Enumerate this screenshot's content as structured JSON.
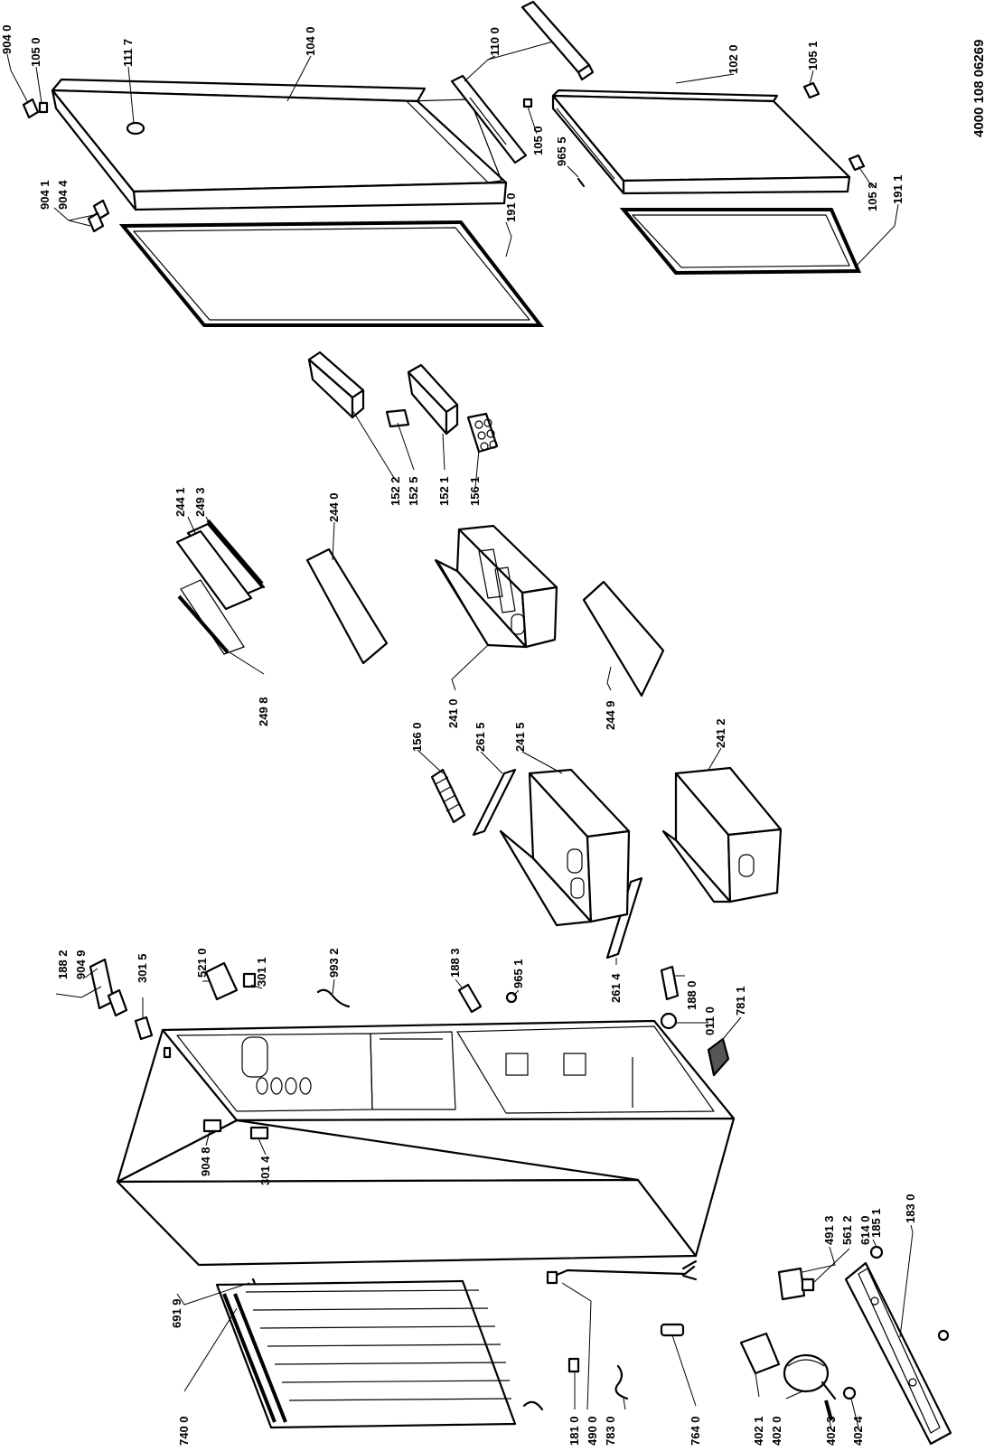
{
  "document_ref": "4000 108 06269",
  "labels": {
    "l9040a": "904 0",
    "l1050a": "105 0",
    "l1117": "111 7",
    "l1040": "104 0",
    "l1100": "110 0",
    "l1020": "102 0",
    "l1051": "105 1",
    "l1050b": "105 0",
    "l9655a": "965 5",
    "l1052": "105 2",
    "l1911": "191 1",
    "l9041": "904 1",
    "l9044": "904 4",
    "l1910": "191 0",
    "l1522": "152 2",
    "l1525": "152 5",
    "l1521": "152 1",
    "l1561": "156 1",
    "l2441": "244 1",
    "l2493": "249 3",
    "l2440": "244 0",
    "l2498": "249 8",
    "l2410": "241 0",
    "l2449": "244 9",
    "l1560": "156 0",
    "l2615": "261 5",
    "l2415": "241 5",
    "l2412": "241 2",
    "l2614": "261 4",
    "l1882": "188 2",
    "l9049": "904 9",
    "l3015": "301 5",
    "l5210": "521 0",
    "l3011": "301 1",
    "l9932": "993 2",
    "l1883": "188 3",
    "l9651": "965 1",
    "l1880": "188 0",
    "l0110": "011 0",
    "l7811": "781 1",
    "l9048": "904 8",
    "l3014": "301 4",
    "l4913": "491 3",
    "l5612": "561 2",
    "l6140": "614 0",
    "l1851": "185 1",
    "l1830": "183 0",
    "l6919": "691 9",
    "l7400": "740 0",
    "l1810": "181 0",
    "l4900": "490 0",
    "l7830": "783 0",
    "l7640": "764 0",
    "l4021": "402 1",
    "l4020": "402 0",
    "l4023": "402 3",
    "l4024": "402 4"
  }
}
